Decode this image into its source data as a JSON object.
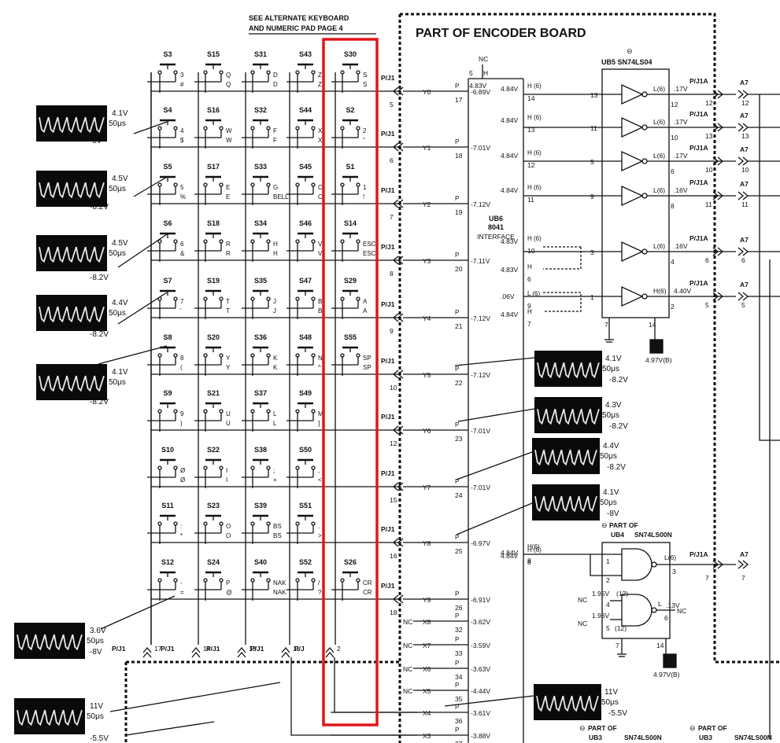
{
  "header": {
    "note": [
      "SEE ALTERNATE KEYBOARD",
      "AND NUMERIC PAD PAGE 4"
    ],
    "board_title": "PART OF ENCODER BOARD"
  },
  "switches": [
    [
      "S3",
      "S15",
      "S31",
      "S43",
      "S30"
    ],
    [
      "S4",
      "S16",
      "S32",
      "S44",
      "S2"
    ],
    [
      "S5",
      "S17",
      "S33",
      "S45",
      "S1"
    ],
    [
      "S6",
      "S18",
      "S34",
      "S46",
      "S14"
    ],
    [
      "S7",
      "S19",
      "S35",
      "S47",
      "S29"
    ],
    [
      "S8",
      "S20",
      "S36",
      "S48",
      "S55"
    ],
    [
      "S9",
      "S21",
      "S37",
      "S49",
      ""
    ],
    [
      "S10",
      "S22",
      "S38",
      "S50",
      ""
    ],
    [
      "S11",
      "S23",
      "S39",
      "S51",
      ""
    ],
    [
      "S12",
      "S24",
      "S40",
      "S52",
      "S26"
    ]
  ],
  "key_legends": [
    [
      [
        "3",
        "#"
      ],
      [
        "Q",
        "Q"
      ],
      [
        "D",
        "D"
      ],
      [
        "Z",
        "Z"
      ],
      [
        "S",
        "S"
      ]
    ],
    [
      [
        "4",
        "$"
      ],
      [
        "W",
        "W"
      ],
      [
        "F",
        "F"
      ],
      [
        "X",
        "X"
      ],
      [
        "2",
        "\""
      ]
    ],
    [
      [
        "5",
        "%"
      ],
      [
        "E",
        "E"
      ],
      [
        "G",
        "BELL"
      ],
      [
        "C",
        "C"
      ],
      [
        "1",
        "!"
      ]
    ],
    [
      [
        "6",
        "&"
      ],
      [
        "R",
        "R"
      ],
      [
        "H",
        "H"
      ],
      [
        "V",
        "V"
      ],
      [
        "ESC",
        "ESC"
      ]
    ],
    [
      [
        "7",
        "'"
      ],
      [
        "T",
        "T"
      ],
      [
        "J",
        "J"
      ],
      [
        "B",
        "B"
      ],
      [
        "A",
        "A"
      ]
    ],
    [
      [
        "8",
        "("
      ],
      [
        "Y",
        "Y"
      ],
      [
        "K",
        "K"
      ],
      [
        "N",
        "^"
      ],
      [
        "SP",
        "SP"
      ]
    ],
    [
      [
        "9",
        ")"
      ],
      [
        "U",
        "U"
      ],
      [
        "L",
        "L"
      ],
      [
        "M",
        "]"
      ],
      [
        "",
        ""
      ]
    ],
    [
      [
        "Ø",
        "Ø"
      ],
      [
        "I",
        "I"
      ],
      [
        ";",
        "+"
      ],
      [
        ",",
        "<"
      ],
      [
        "",
        ""
      ]
    ],
    [
      [
        ":",
        "*"
      ],
      [
        "O",
        "O"
      ],
      [
        "BS",
        "BS"
      ],
      [
        ".",
        ">"
      ],
      [
        "",
        ""
      ]
    ],
    [
      [
        "-",
        "="
      ],
      [
        "P",
        "@"
      ],
      [
        "NAK",
        "NAK"
      ],
      [
        "/",
        "?"
      ],
      [
        "CR",
        "CR"
      ]
    ]
  ],
  "rows": [
    {
      "pj": "P/J1",
      "pin": "5",
      "y": "Y0",
      "p": "P",
      "pin2": "17",
      "v": "-6.89V"
    },
    {
      "pj": "P/J1",
      "pin": "6",
      "y": "Y1",
      "p": "P",
      "pin2": "18",
      "v": "-7.01V"
    },
    {
      "pj": "P/J1",
      "pin": "7",
      "y": "Y2",
      "p": "P",
      "pin2": "19",
      "v": "-7.12V"
    },
    {
      "pj": "P/J1",
      "pin": "8",
      "y": "Y3",
      "p": "P",
      "pin2": "20",
      "v": "-7.11V"
    },
    {
      "pj": "P/J1",
      "pin": "9",
      "y": "Y4",
      "p": "P",
      "pin2": "21",
      "v": "-7.12V"
    },
    {
      "pj": "P/J1",
      "pin": "10",
      "y": "Y5",
      "p": "P",
      "pin2": "22",
      "v": "-7.12V"
    },
    {
      "pj": "P/J1",
      "pin": "12",
      "y": "Y6",
      "p": "P",
      "pin2": "23",
      "v": "-7.01V"
    },
    {
      "pj": "P/J1",
      "pin": "15",
      "y": "Y7",
      "p": "P",
      "pin2": "24",
      "v": "-7.01V"
    },
    {
      "pj": "P/J1",
      "pin": "16",
      "y": "Y8",
      "p": "P",
      "pin2": "25",
      "v": "-6.97V"
    },
    {
      "pj": "P/J1",
      "pin": "18",
      "y": "Y9",
      "p": "P",
      "pin2": "26",
      "v": "-6.91V"
    }
  ],
  "x_lines": [
    {
      "nc": "NC",
      "x": "X8",
      "p": "P",
      "pin": "32",
      "v": "-3.62V"
    },
    {
      "nc": "NC",
      "x": "X7",
      "p": "P",
      "pin": "33",
      "v": "-3.59V"
    },
    {
      "nc": "NC",
      "x": "X6",
      "p": "P",
      "pin": "34",
      "v": "-3.63V"
    },
    {
      "nc": "NC",
      "x": "X5",
      "p": "P",
      "pin": "35",
      "v": "-4.44V"
    },
    {
      "nc": "",
      "x": "X4",
      "p": "P",
      "pin": "36",
      "v": "-3.61V"
    },
    {
      "nc": "",
      "x": "X3",
      "p": "P",
      "pin": "37",
      "v": "-3.88V"
    }
  ],
  "bottom_connectors": [
    {
      "pj": "P/J1",
      "pin": "17"
    },
    {
      "pj": "P/J1",
      "pin": "14"
    },
    {
      "pj": "P/J1",
      "pin": "13"
    },
    {
      "pj": "P/J1",
      "pin": "11"
    },
    {
      "pj": "P/J",
      "pin": "2"
    }
  ],
  "ub6": {
    "name": "UB6",
    "part": "8041",
    "func": "INTERFACE",
    "nc": "NC",
    "nc_pin": "5",
    "nc_h": "H",
    "v_top": "4.83V",
    "pins": [
      {
        "v": "4.84V",
        "h": "H (6)",
        "pin": "14"
      },
      {
        "v": "4.84V",
        "h": "H (6)",
        "pin": "13"
      },
      {
        "v": "4.84V",
        "h": "H (6)",
        "pin": "12"
      },
      {
        "v": "4.84V",
        "h": "H (6)",
        "pin": "11"
      },
      {
        "v": "4.83V",
        "h": "H (6)",
        "pin": "10"
      },
      {
        "v": "4.83V",
        "h": "H",
        "pin": "6"
      },
      {
        "v": ".06V",
        "h": "L (6)",
        "pin": "9"
      },
      {
        "v": "4.84V",
        "h": "H",
        "pin": "7"
      },
      {
        "v": "4.84V",
        "h": "H (6)",
        "pin": "8"
      }
    ]
  },
  "ub5": {
    "sym": "⊖",
    "title": "UB5 SN74LS04",
    "gates": [
      {
        "in": "13",
        "out": "12",
        "lvl": "L(6)",
        "v": ".17V",
        "pj": "P/J1A",
        "pin": "12",
        "a7": "A7",
        "a7pin": "12"
      },
      {
        "in": "11",
        "out": "10",
        "lvl": "L(6)",
        "v": ".17V",
        "pj": "P/J1A",
        "pin": "13",
        "a7": "A7",
        "a7pin": "13"
      },
      {
        "in": "5",
        "out": "6",
        "lvl": "L(6)",
        "v": ".17V",
        "pj": "P/J1A",
        "pin": "10",
        "a7": "A7",
        "a7pin": "10"
      },
      {
        "in": "9",
        "out": "8",
        "lvl": "L(6)",
        "v": ".16V",
        "pj": "P/J1A",
        "pin": "11",
        "a7": "A7",
        "a7pin": "11"
      },
      {
        "in": "3",
        "out": "4",
        "lvl": "L(6)",
        "v": ".16V",
        "pj": "P/J1A",
        "pin": "6",
        "a7": "A7",
        "a7pin": "6"
      },
      {
        "in": "1",
        "out": "2",
        "lvl": "H(6)",
        "v": "4.40V",
        "pj": "P/J1A",
        "pin": "5",
        "a7": "A7",
        "a7pin": "5"
      }
    ],
    "gnd_pin": "7",
    "vcc_pin": "14",
    "vcc_box": "4",
    "vcc_v": "4.97V(B)"
  },
  "ub4": {
    "sym": "⊖",
    "part_of": "PART OF",
    "name": "UB4",
    "type": "SN74LS00N",
    "in_v": "4.84V",
    "in_lvl": "H(6)",
    "in_pin": "8",
    "g1_pin1": "1",
    "g1_pin2": "2",
    "g1_lvl": "L(6)",
    "g1_out": "3",
    "g1_pj": "P/J1A",
    "g1_pjpin": "7",
    "g1_a7": "A7",
    "g1_a7pin": "7",
    "g2_nc1": "NC",
    "g2_v1": "1.95V",
    "g2_l1": "(12)",
    "g2_p1": "4",
    "g2_nc2": "NC",
    "g2_v2": "1.96V",
    "g2_p2": "5",
    "g2_l2": "(12)",
    "g2_lvl": "L",
    "g2_v": ".13V",
    "g2_out": "6",
    "g2_nc_out": "NC",
    "gnd_pin": "7",
    "vcc_pin": "14",
    "vcc_box": "4",
    "vcc_v": "4.97V(B)"
  },
  "ub3": [
    {
      "sym": "⊖",
      "part_of": "PART OF",
      "name": "UB3",
      "type": "SN74LS00N"
    },
    {
      "sym": "⊖",
      "part_of": "PART OF",
      "name": "UB3",
      "type": "SN74LS00N"
    }
  ],
  "waveforms_left": [
    {
      "v": "4.1V",
      "t": "50μs",
      "level": "-8V"
    },
    {
      "v": "4.5V",
      "t": "50μs",
      "level": "-8.2V"
    },
    {
      "v": "4.5V",
      "t": "50μs",
      "level": "-8.2V"
    },
    {
      "v": "4.4V",
      "t": "50μs",
      "level": "-8.2V"
    },
    {
      "v": "4.1V",
      "t": "50μs",
      "level": "-8.2V"
    },
    {
      "v": "3.6V",
      "t": "50μs",
      "level": "-8V"
    },
    {
      "v": "11V",
      "t": "50μs",
      "level": "-5.5V"
    }
  ],
  "waveforms_right": [
    {
      "v": "4.1V",
      "t": "50μs",
      "level": "-8.2V"
    },
    {
      "v": "4.3V",
      "t": "50μs",
      "level": "-8.2V"
    },
    {
      "v": "4.4V",
      "t": "50μs",
      "level": "-8.2V"
    },
    {
      "v": "4.1V",
      "t": "50μs",
      "level": "-8V"
    },
    {
      "v": "11V",
      "t": "50μs",
      "level": "-5.5V"
    }
  ],
  "colors": {
    "ink": "#111111",
    "highlight": "#e0161b",
    "scope_bg": "#0a0a0a",
    "paper": "#ffffff"
  }
}
